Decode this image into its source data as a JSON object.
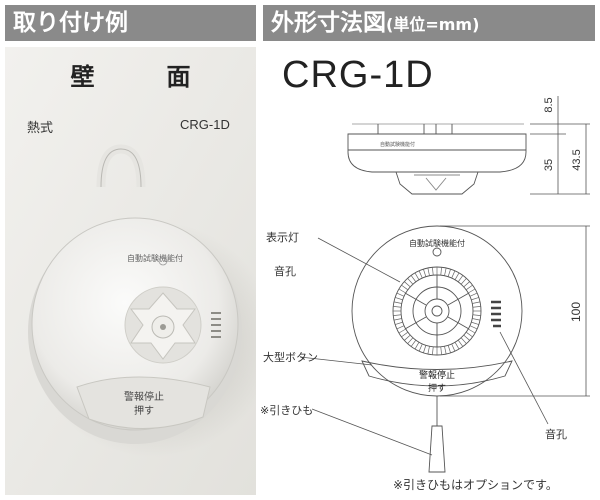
{
  "headers": {
    "left": "取り付け例",
    "right_main": "外形寸法図",
    "right_unit": "(単位=mm)"
  },
  "photo": {
    "title": "壁　面",
    "label_type": "熱式",
    "label_model": "CRG-1D",
    "device_text_top": "自動試験機能付",
    "device_button_line1": "警報停止",
    "device_button_line2": "押す"
  },
  "diagram": {
    "model": "CRG-1D",
    "dim_top": "8.5",
    "dim_body": "35",
    "dim_total": "43.5",
    "dim_height": "100",
    "side_small_text": "自動試験機能付",
    "front_text_top": "自動試験機能付",
    "front_button_line1": "警報停止",
    "front_button_line2": "押す",
    "label_indicator": "表示灯",
    "label_sound_hole_1": "音孔",
    "label_big_button": "大型ボタン",
    "label_pull_string": "※引きひも",
    "label_sound_hole_2": "音孔",
    "footnote": "※引きひもはオプションです。"
  }
}
